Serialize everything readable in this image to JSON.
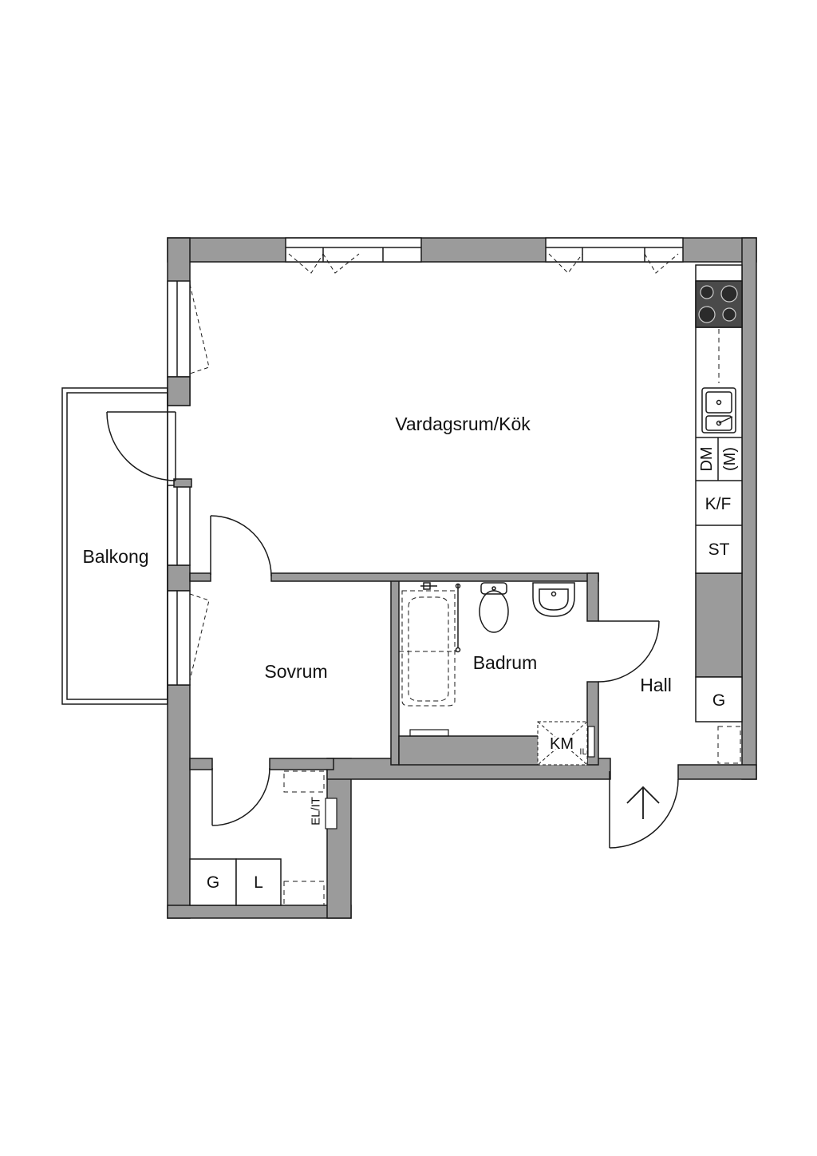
{
  "rooms": {
    "living_kitchen": "Vardagsrum/Kök",
    "balcony": "Balkong",
    "bedroom": "Sovrum",
    "bathroom": "Badrum",
    "hall": "Hall"
  },
  "fixtures": {
    "dishwasher": "DM",
    "microwave": "(M)",
    "fridge_freezer": "K/F",
    "storage_kitchen": "ST",
    "wardrobe_hall": "G",
    "washing_machine": "KM",
    "il_unit": "IL",
    "electrical_it": "EL/IT",
    "wardrobe_bedroom": "G",
    "linen_closet": "L"
  },
  "colors": {
    "wall": "#9b9b9b",
    "line": "#1a1a1a",
    "background": "#ffffff"
  }
}
